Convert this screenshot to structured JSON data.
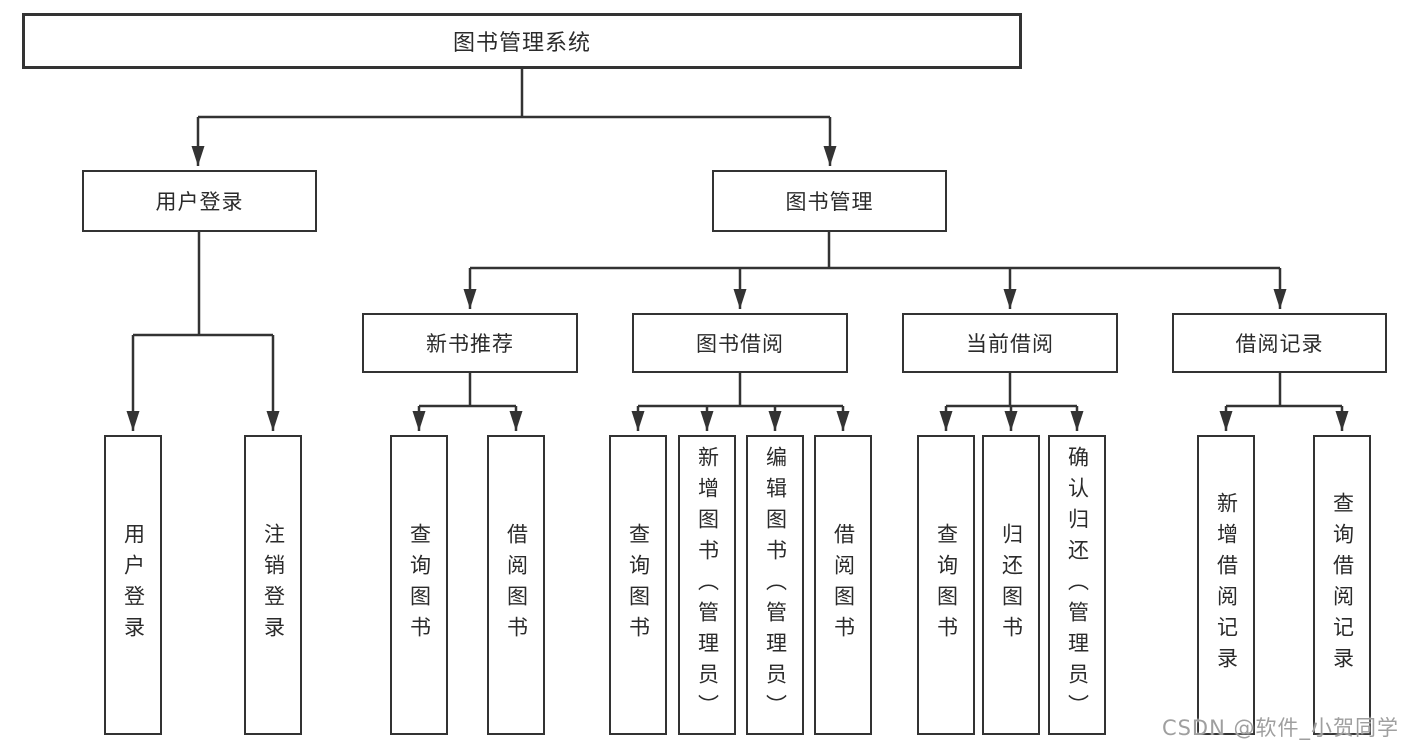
{
  "diagram": {
    "title_node": {
      "label": "图书管理系统"
    },
    "level2": [
      {
        "id": "user-login",
        "label": "用户登录",
        "parent": "图书管理系统"
      },
      {
        "id": "book-management",
        "label": "图书管理",
        "parent": "图书管理系统"
      }
    ],
    "level3": [
      {
        "id": "new-book-recommend",
        "label": "新书推荐",
        "parent": "图书管理"
      },
      {
        "id": "book-borrow",
        "label": "图书借阅",
        "parent": "图书管理"
      },
      {
        "id": "current-borrow",
        "label": "当前借阅",
        "parent": "图书管理"
      },
      {
        "id": "borrow-record",
        "label": "借阅记录",
        "parent": "图书管理"
      }
    ],
    "leaves": [
      {
        "label": "用户登录",
        "parent": "用户登录"
      },
      {
        "label": "注销登录",
        "parent": "用户登录"
      },
      {
        "label": "查询图书",
        "parent": "新书推荐"
      },
      {
        "label": "借阅图书",
        "parent": "新书推荐"
      },
      {
        "label": "查询图书",
        "parent": "图书借阅"
      },
      {
        "label": "新增图书（管理员）",
        "parent": "图书借阅"
      },
      {
        "label": "编辑图书（管理员）",
        "parent": "图书借阅"
      },
      {
        "label": "借阅图书",
        "parent": "图书借阅"
      },
      {
        "label": "查询图书",
        "parent": "当前借阅"
      },
      {
        "label": "归还图书",
        "parent": "当前借阅"
      },
      {
        "label": "确认归还（管理员）",
        "parent": "当前借阅"
      },
      {
        "label": "新增借阅记录",
        "parent": "借阅记录"
      },
      {
        "label": "查询借阅记录",
        "parent": "借阅记录"
      }
    ],
    "colors": {
      "line": "#333333",
      "box_border": "#333333",
      "text": "#2b2b2b",
      "watermark": "#9f9f9f",
      "background": "#ffffff"
    }
  },
  "watermark": {
    "text": "CSDN @软件_小贺同学"
  }
}
